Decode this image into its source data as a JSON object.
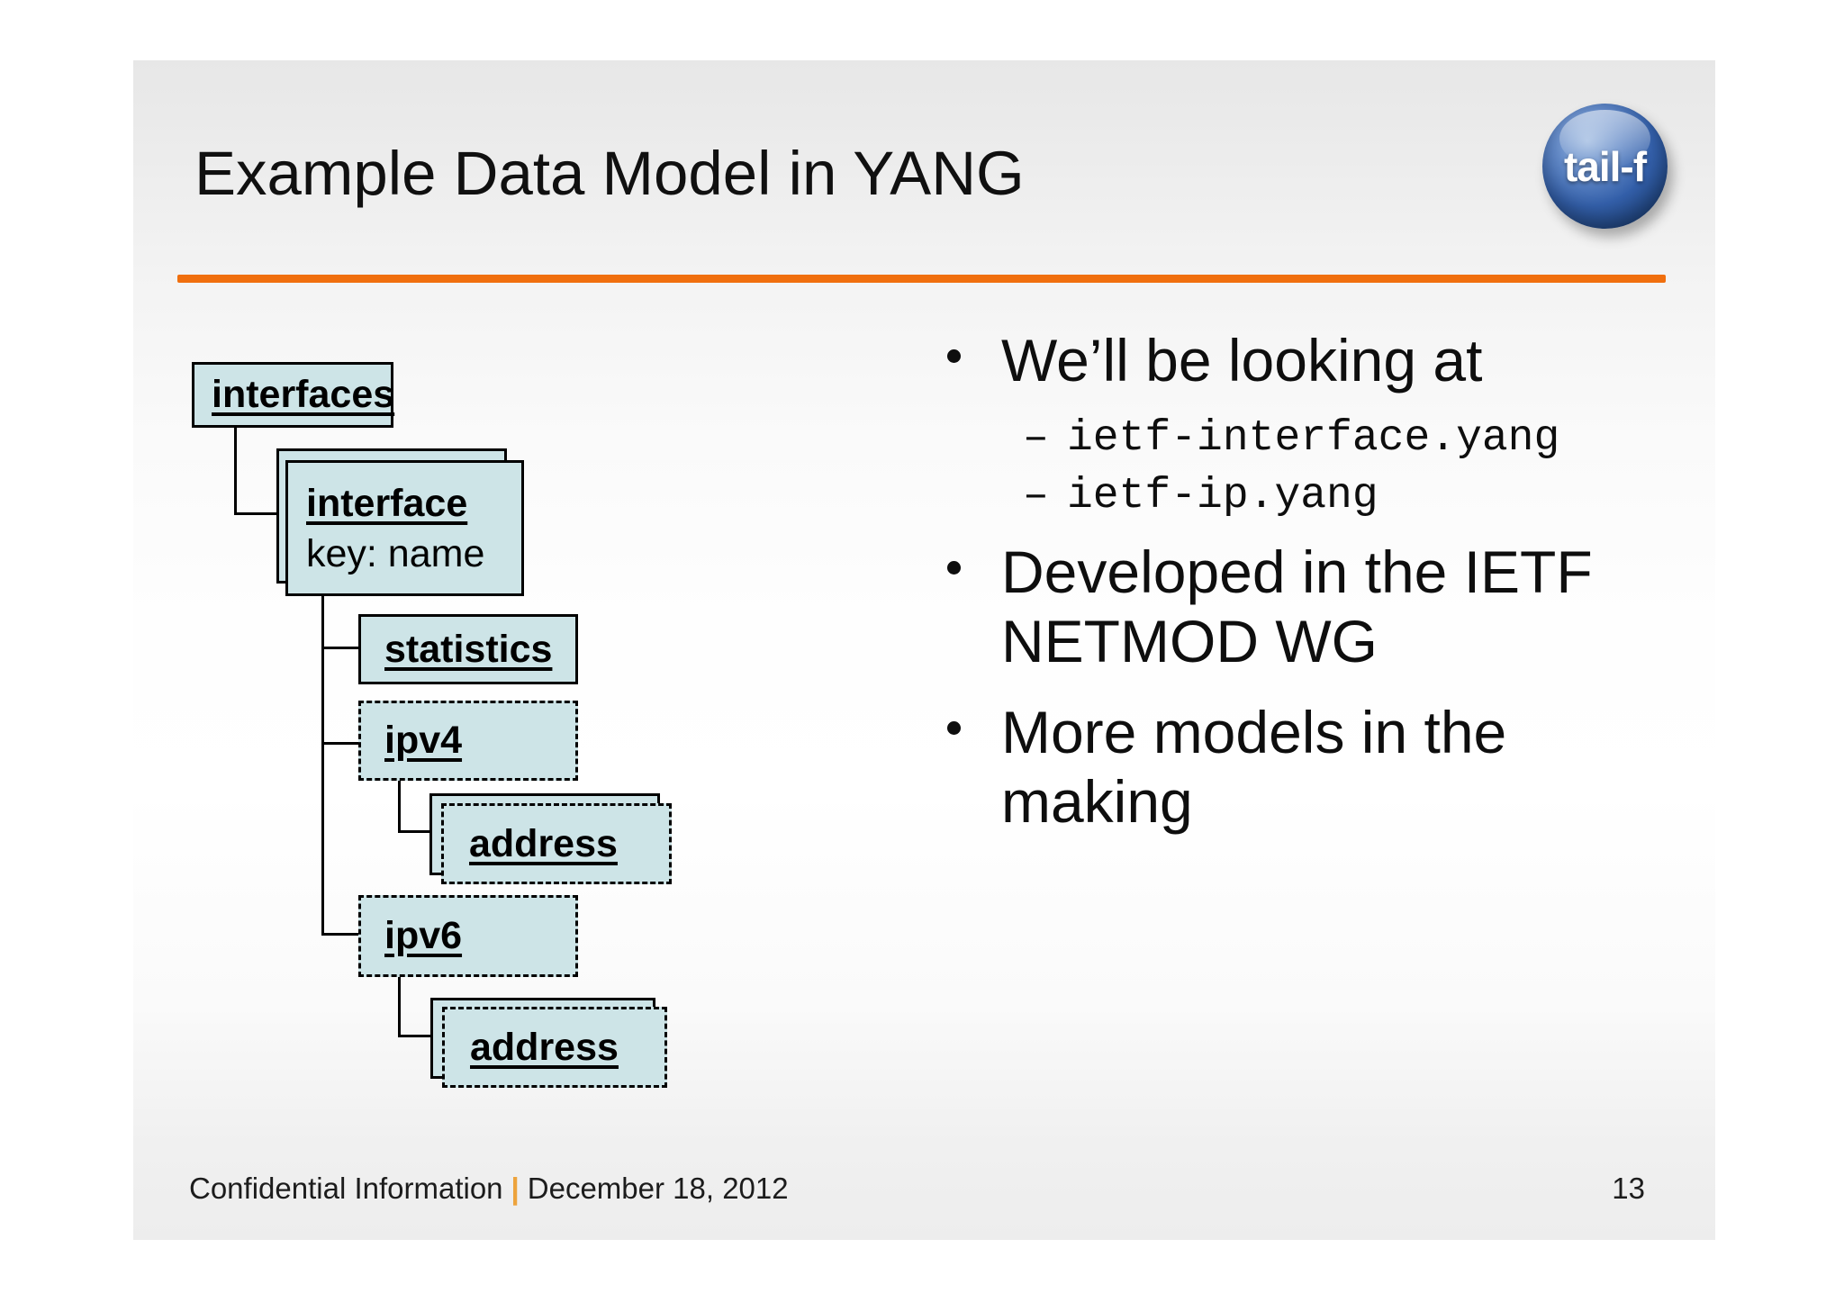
{
  "slide": {
    "title": "Example Data Model in YANG",
    "page_number": "13",
    "footer": {
      "confidential": "Confidential Information",
      "separator": "|",
      "date": "December 18, 2012"
    },
    "logo": {
      "text": "tail-f"
    },
    "colors": {
      "accent_orange": "#F06F0E",
      "footer_separator_orange": "#EDA33C",
      "node_fill": "#CDE4E7",
      "node_border": "#000000",
      "logo_blue_dark": "#16335F",
      "logo_blue_light": "#9DB9E0"
    }
  },
  "diagram": {
    "nodes": {
      "interfaces": {
        "label": "interfaces",
        "style": "solid",
        "stacked": false
      },
      "interface": {
        "label": "interface",
        "key_line": "key: name",
        "style": "solid",
        "stacked": true
      },
      "statistics": {
        "label": "statistics",
        "style": "solid",
        "stacked": false
      },
      "ipv4": {
        "label": "ipv4",
        "style": "dashed",
        "stacked": false
      },
      "ipv4_address": {
        "label": "address",
        "style": "dashed",
        "stacked": true
      },
      "ipv6": {
        "label": "ipv6",
        "style": "dashed",
        "stacked": false
      },
      "ipv6_address": {
        "label": "address",
        "style": "dashed",
        "stacked": true
      }
    }
  },
  "bullets": {
    "item1": {
      "marker": "•",
      "text": "We’ll be looking at"
    },
    "item1_sub1": {
      "dash": "–",
      "text": "ietf-interface.yang"
    },
    "item1_sub2": {
      "dash": "–",
      "text": "ietf-ip.yang"
    },
    "item2": {
      "marker": "•",
      "text": "Developed in the IETF NETMOD WG"
    },
    "item3": {
      "marker": "•",
      "text": "More models in the making"
    }
  }
}
